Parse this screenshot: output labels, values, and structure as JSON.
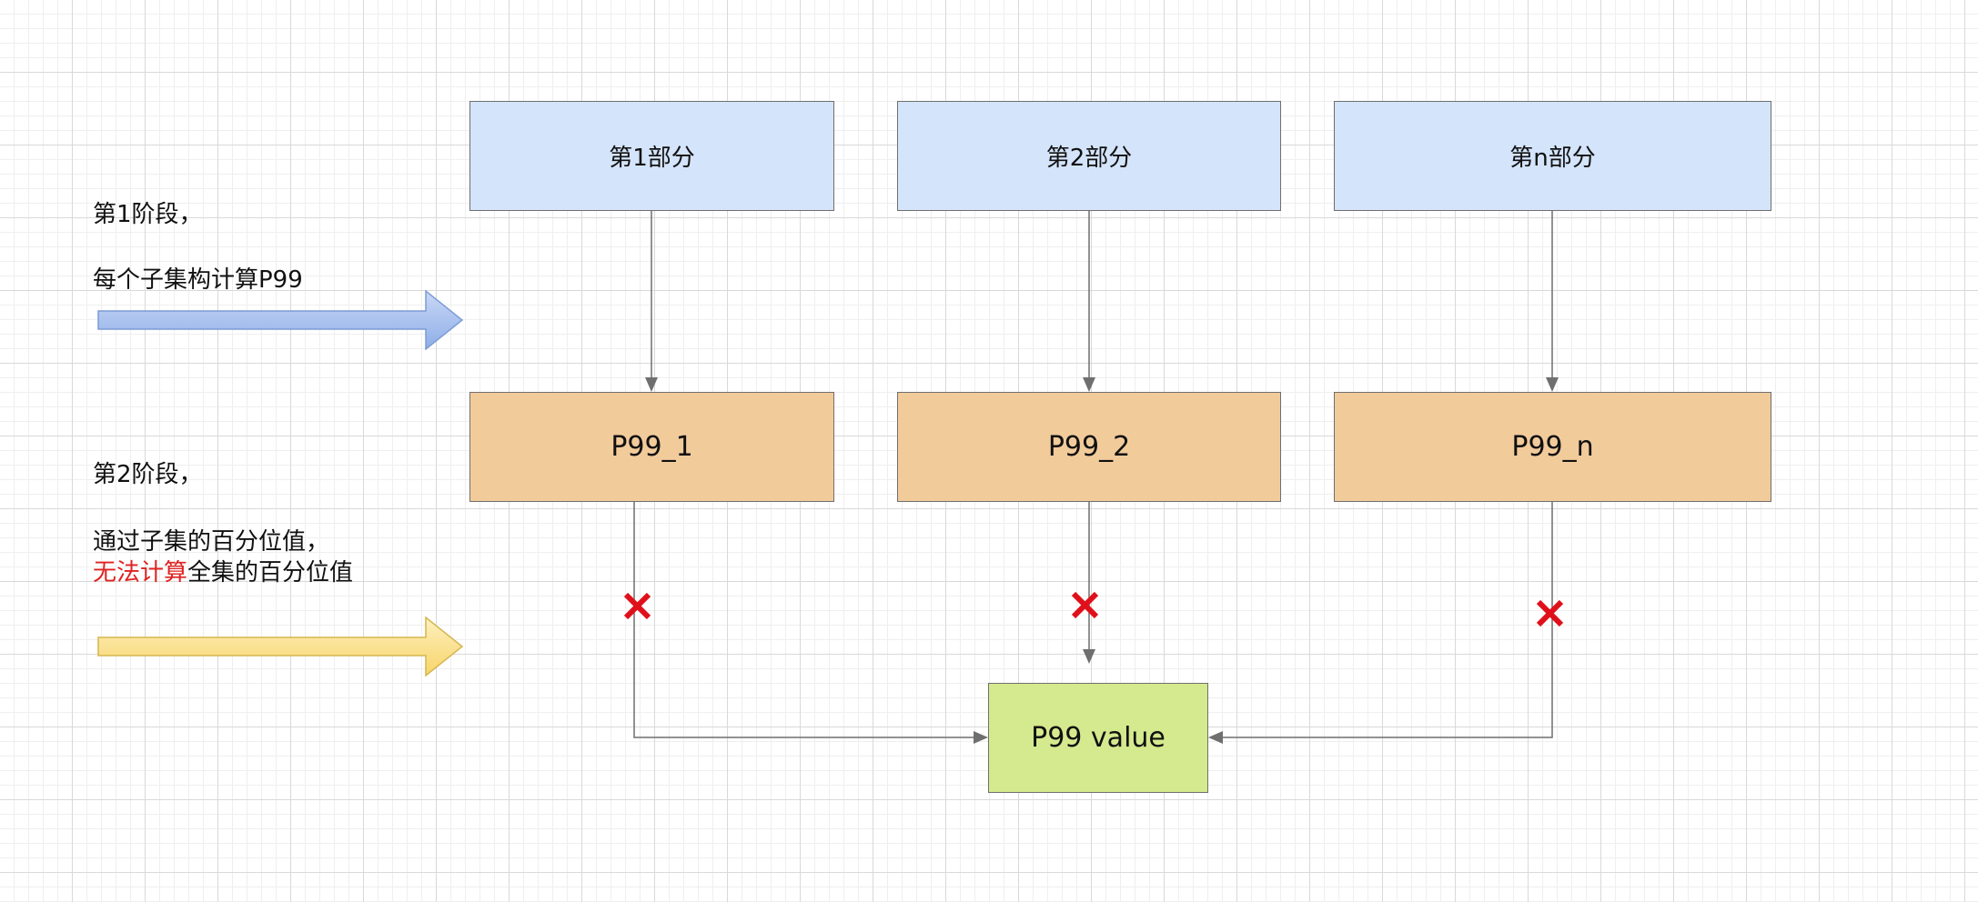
{
  "stage1": {
    "line1": "第1阶段，",
    "line2": "每个子集构计算P99"
  },
  "stage2": {
    "line1": "第2阶段，",
    "line2": "通过子集的百分位值，",
    "line3_red": "无法计算",
    "line3_rest": "全集的百分位值"
  },
  "parts": [
    "第1部分",
    "第2部分",
    "第n部分"
  ],
  "p99s": [
    "P99_1",
    "P99_2",
    "P99_n"
  ],
  "result": "P99 value",
  "colors": {
    "part_fill": "#d4e4fb",
    "p99_fill": "#f2cb9b",
    "result_fill": "#d5e98e",
    "stage1_arrow": "#a9c1ef",
    "stage2_arrow": "#fbe08f",
    "cross": "#e0101b"
  },
  "icons": {
    "cross": "cross-icon"
  }
}
